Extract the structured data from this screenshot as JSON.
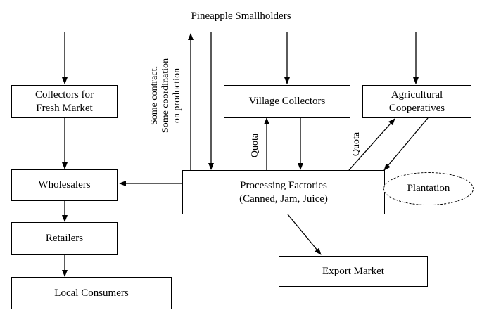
{
  "nodes": {
    "smallholders": "Pineapple Smallholders",
    "collectors_fresh": [
      "Collectors for",
      "Fresh Market"
    ],
    "village_collectors": "Village Collectors",
    "agri_coops": [
      "Agricultural",
      "Cooperatives"
    ],
    "wholesalers": "Wholesalers",
    "processing": [
      "Processing Factories",
      "(Canned, Jam, Juice)"
    ],
    "plantation": "Plantation",
    "retailers": "Retailers",
    "export_market": "Export Market",
    "local_consumers": "Local Consumers"
  },
  "edge_labels": {
    "contract": [
      "Some contract,",
      "Some coordination",
      "on production"
    ],
    "quota_village": "Quota",
    "quota_coop": "Quota"
  }
}
